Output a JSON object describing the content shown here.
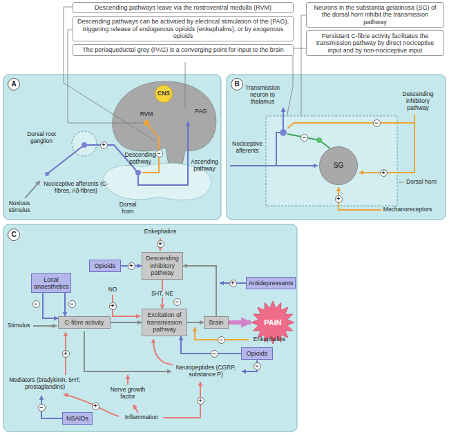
{
  "diagram": {
    "nodes": [
      {
        "text": [
          "Descending pathways leave via the rostroventral medulla (RVM)"
        ]
      },
      {
        "text": [
          "Descending pathways can be activated by electrical stimulation of the (PAG), triggering release of endogenous opioids (enkephalins), or by exogenous opioids"
        ]
      },
      {
        "text": [
          "The periaqueductal grey (PAG) is a converging point for input to the brain"
        ]
      },
      {
        "text": [
          "Neurons in the substantia gelatinosa (SG) of the dorsal horn inhibit the transmission pathway"
        ]
      },
      {
        "text": [
          "Persistant C-fibre activity facilitates the transmission pathway by direct nociceptive input and by non-nociceptive input"
        ]
      },
      {
        "text": [
          "A"
        ]
      },
      {
        "text": [
          "CNS"
        ]
      },
      {
        "text": [
          "B"
        ]
      },
      {
        "text": [
          "SG"
        ]
      },
      {
        "text": [
          "C"
        ]
      },
      {
        "text": [
          "Opioids"
        ]
      },
      {
        "text": [
          "Descending inhibitory pathway"
        ]
      },
      {
        "text": [
          "Local anaesthetics"
        ]
      },
      {
        "text": [
          "Antidepressants"
        ]
      },
      {
        "text": [
          "C-fibre activity"
        ]
      },
      {
        "text": [
          "Excitation of transmission pathway"
        ]
      },
      {
        "text": [
          "Brain"
        ]
      },
      {
        "text": [
          "PAIN"
        ]
      },
      {
        "text": [
          "Opioids"
        ]
      },
      {
        "text": [
          "NSAIDs"
        ]
      }
    ],
    "edges": [
      {
        "from": 10,
        "to": 11,
        "arrow": "to"
      },
      {
        "from": 12,
        "to": 14,
        "arrow": "to"
      },
      {
        "from": 12,
        "to": 14,
        "arrow": "to"
      },
      {
        "from": 14,
        "to": 15,
        "arrow": "to"
      },
      {
        "from": 15,
        "to": 16,
        "arrow": "to"
      },
      {
        "from": 16,
        "to": 17,
        "arrow": "to"
      },
      {
        "from": 16,
        "to": 11,
        "arrow": "to"
      },
      {
        "from": 11,
        "to": 15,
        "label": "5HT, NE",
        "arrow": "to"
      },
      {
        "from": 18,
        "to": 15,
        "arrow": "to"
      }
    ],
    "labels": [
      "RVM",
      "PAG",
      "Dorsal root ganglion",
      "+",
      "Descending pathway",
      "−",
      "Ascending pathway",
      "Nociceptive afferents (C-fibres, Aδ-fibres)",
      "Noxious stimulus",
      "Dorsal horn",
      "Transmission neuron to thalamus",
      "Nociceptive afferents",
      "−",
      "Descending inhibitory pathway",
      "−",
      "+",
      "Dorsal horn",
      "+",
      "Mechanoreceptors",
      "Enkephalins",
      "+",
      "+",
      "−",
      "−",
      "NO",
      "+",
      "−",
      "+",
      "Stimulus",
      "Enkephalins",
      "−",
      "−",
      "−",
      "Neuropeptides (CGRP, substance P)",
      "+",
      "Mediators (bradykinin, 5HT, prostaglandins)",
      "Nerve growth factor",
      "−",
      "+",
      "+",
      "Inflammation"
    ]
  }
}
